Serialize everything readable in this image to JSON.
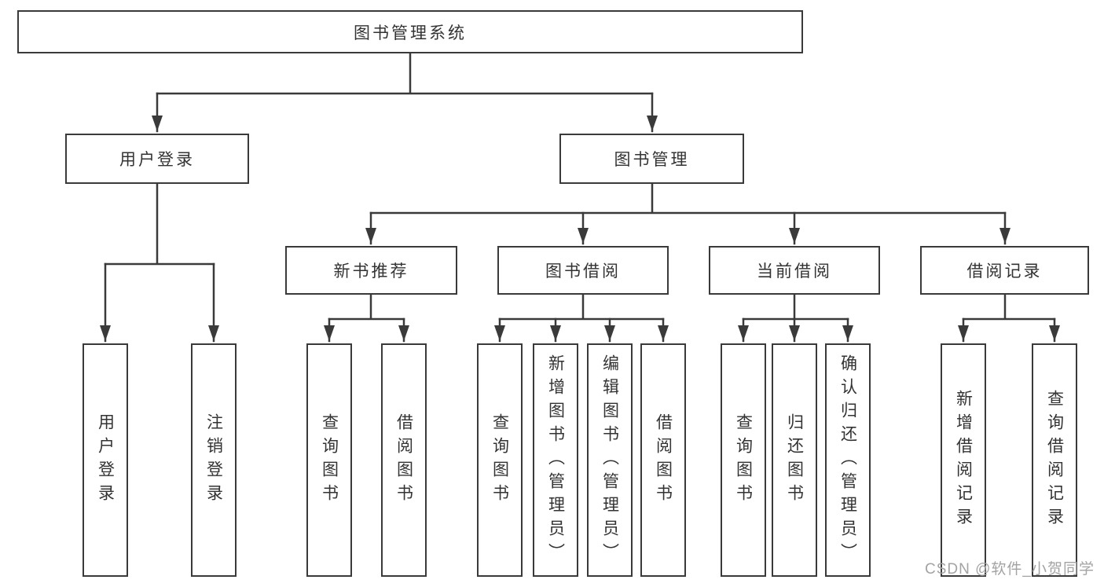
{
  "colors": {
    "line": "#3a3a3a",
    "text": "#333333",
    "box_background": "#ffffff",
    "page_background": "#ffffff",
    "watermark": "#a3a3a3"
  },
  "watermark": "CSDN @软件_小贺同学",
  "tree": {
    "root": "图书管理系统",
    "branches": [
      {
        "label": "用户登录",
        "children": [
          "用户登录",
          "注销登录"
        ]
      },
      {
        "label": "图书管理",
        "groups": [
          {
            "label": "新书推荐",
            "children": [
              "查询图书",
              "借阅图书"
            ]
          },
          {
            "label": "图书借阅",
            "children": [
              "查询图书",
              "新增图书（管理员）",
              "编辑图书（管理员）",
              "借阅图书"
            ]
          },
          {
            "label": "当前借阅",
            "children": [
              "查询图书",
              "归还图书",
              "确认归还（管理员）"
            ]
          },
          {
            "label": "借阅记录",
            "children": [
              "新增借阅记录",
              "查询借阅记录"
            ]
          }
        ]
      }
    ]
  }
}
